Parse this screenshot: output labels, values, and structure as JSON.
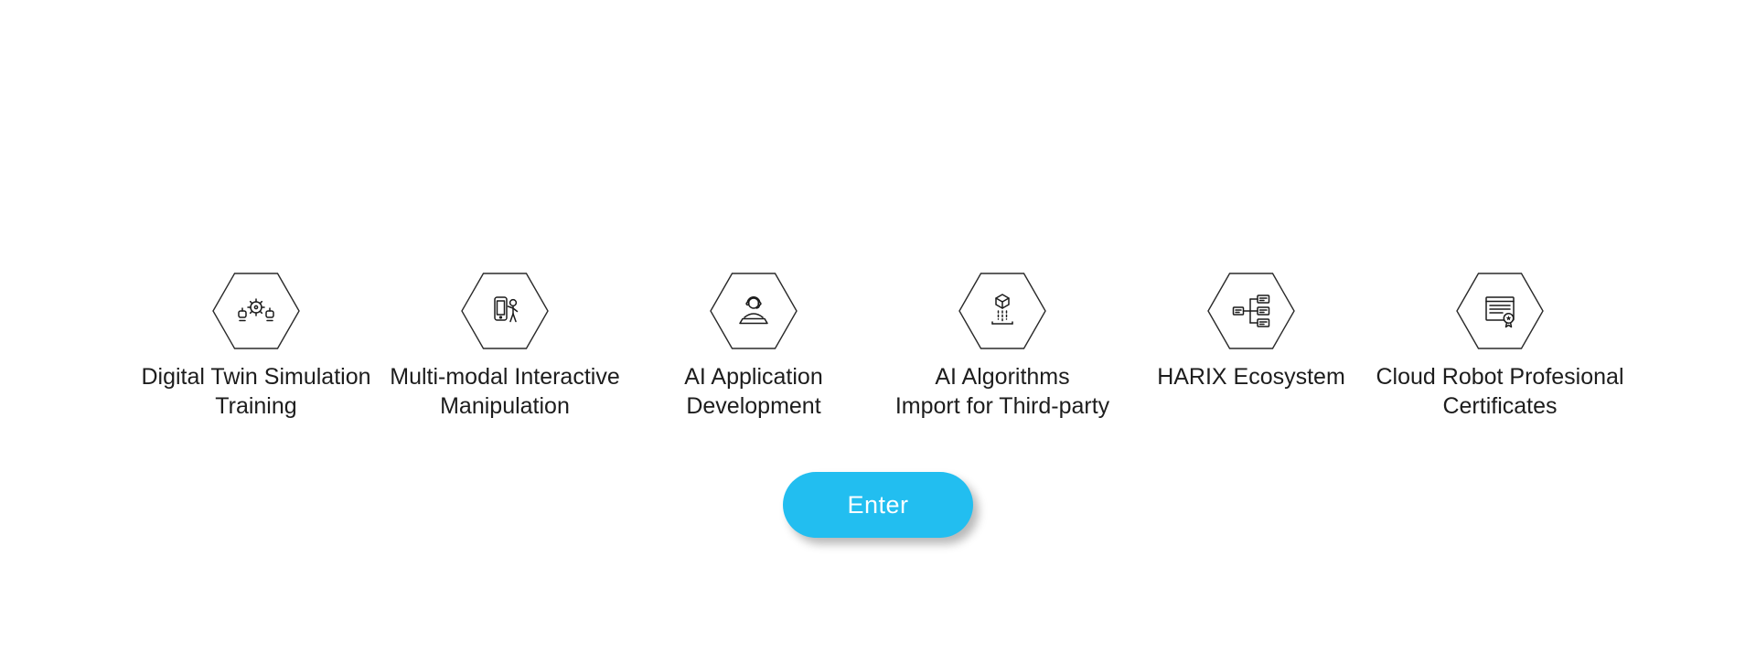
{
  "features": [
    {
      "icon": "digital-twin-icon",
      "label": "Digital Twin Simulation\nTraining"
    },
    {
      "icon": "multimodal-icon",
      "label": "Multi-modal Interactive\nManipulation"
    },
    {
      "icon": "ai-application-icon",
      "label": "AI Application\nDevelopment"
    },
    {
      "icon": "ai-algorithms-icon",
      "label": "AI Algorithms\nImport for Third-party"
    },
    {
      "icon": "harix-ecosystem-icon",
      "label": "HARIX Ecosystem"
    },
    {
      "icon": "certificates-icon",
      "label": "Cloud Robot Profesional\nCertificates"
    }
  ],
  "enter_button": {
    "label": "Enter",
    "color": "#22bef0",
    "text_color": "#ffffff"
  },
  "colors": {
    "background": "#ffffff",
    "text": "#1d1d1d",
    "hex_outline": "#2a2a2a"
  }
}
